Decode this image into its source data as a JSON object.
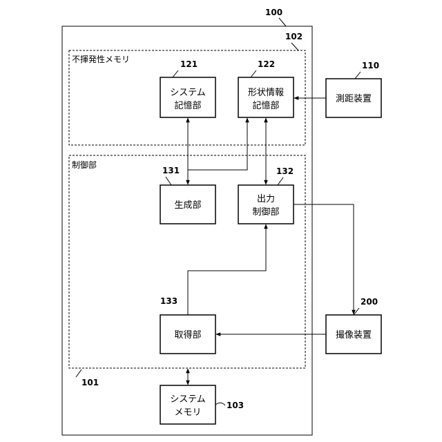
{
  "device": {
    "ref": "100"
  },
  "groups": {
    "nonvolatile_memory": {
      "label": "不揮発性メモリ",
      "ref": "102"
    },
    "control_unit": {
      "label": "制御部",
      "ref": "101"
    }
  },
  "blocks": {
    "system_storage": {
      "ref": "121",
      "lines": [
        "システム",
        "記憶部"
      ]
    },
    "shape_info_storage": {
      "ref": "122",
      "lines": [
        "形状情報",
        "記憶部"
      ]
    },
    "generation_unit": {
      "ref": "131",
      "lines": [
        "生成部"
      ]
    },
    "output_control_unit": {
      "ref": "132",
      "lines": [
        "出力",
        "制御部"
      ]
    },
    "acquisition_unit": {
      "ref": "133",
      "lines": [
        "取得部"
      ]
    },
    "system_memory": {
      "ref": "103",
      "lines": [
        "システム",
        "メモリ"
      ]
    },
    "ranging_device": {
      "ref": "110",
      "lines": [
        "測距装置"
      ]
    },
    "imaging_device": {
      "ref": "200",
      "lines": [
        "撮像装置"
      ]
    }
  }
}
